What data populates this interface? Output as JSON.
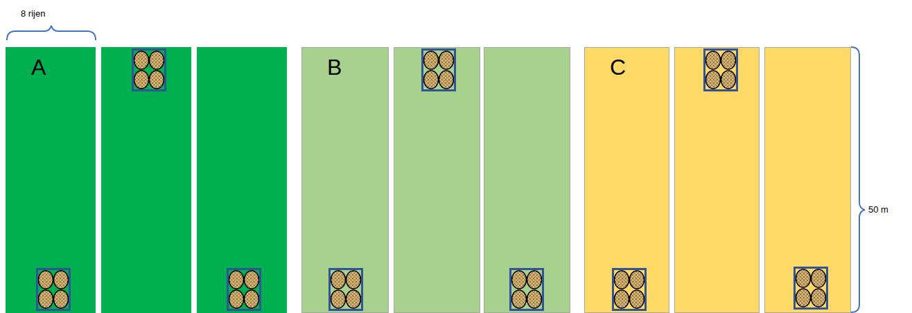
{
  "diagram": {
    "nodes": [
      {
        "text": [
          "A"
        ]
      },
      {
        "text": [
          "B"
        ]
      },
      {
        "text": [
          "C"
        ]
      }
    ],
    "labels": [
      "8 rijen",
      "50 m"
    ]
  }
}
